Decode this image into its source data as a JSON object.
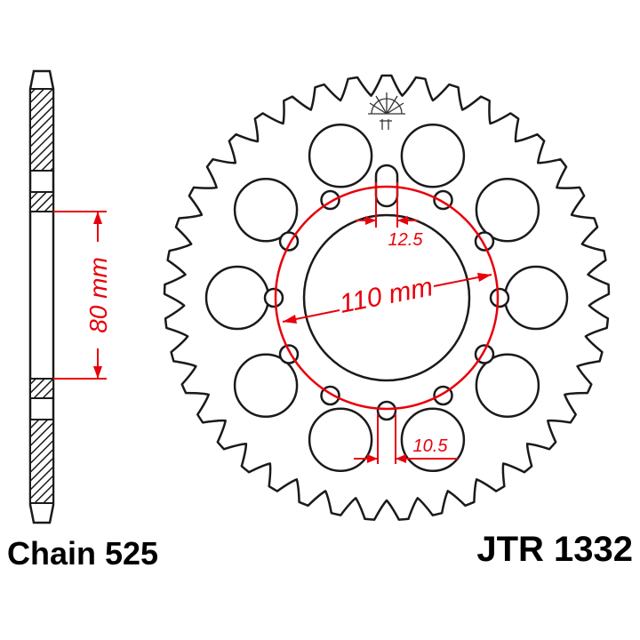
{
  "drawing": {
    "teeth": 41,
    "line_color": "#1a1a1a",
    "dimension_color": "#e8000b",
    "hatch_color": "#1a1a1a"
  },
  "dimensions": {
    "pcd": "110 mm",
    "stud_hole": "12.5",
    "bottom_hole": "10.5",
    "side_height": "80 mm"
  },
  "labels": {
    "chain": "Chain 525",
    "part_number": "JTR 1332"
  },
  "icons": {
    "logo": "jt-sunburst-logo-icon"
  }
}
